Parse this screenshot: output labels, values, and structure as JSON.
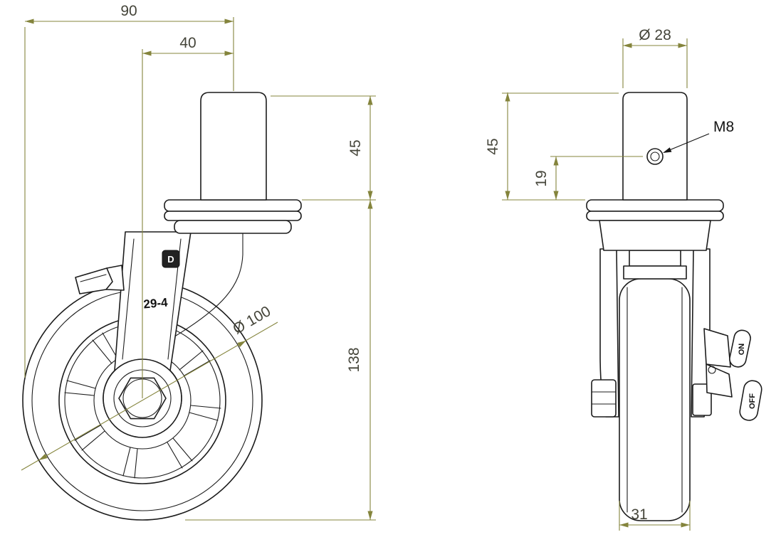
{
  "side_view": {
    "dim_total_offset": "90",
    "dim_swivel_offset": "40",
    "dim_stem_height": "45",
    "dim_total_height": "138",
    "dim_wheel_diameter": "Ø 100",
    "model_label": "29-4",
    "logo": "D"
  },
  "front_view": {
    "dim_stem_diameter": "Ø 28",
    "dim_stem_height": "45",
    "dim_hole_offset": "19",
    "dim_wheel_width": "31",
    "thread_label": "M8",
    "brake_on": "ON",
    "brake_off": "OFF"
  },
  "colors": {
    "dimension_lines": "#84843c",
    "drawing_lines": "#1c1c1c",
    "background": "#ffffff"
  }
}
